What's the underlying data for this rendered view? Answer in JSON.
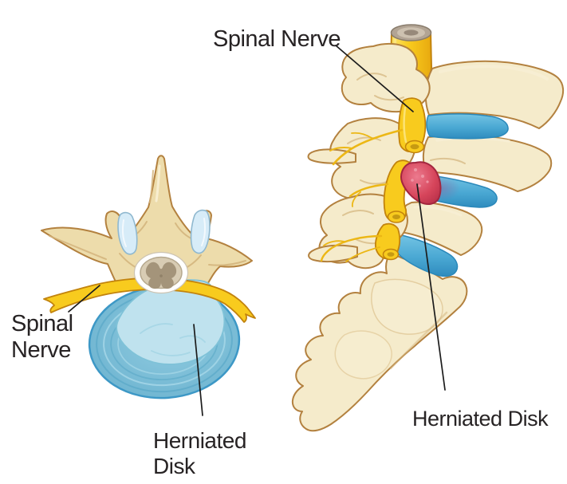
{
  "figure": {
    "background": "#ffffff",
    "views": {
      "axial": "Top view of vertebra with herniated disk pressing on spinal nerve",
      "lateral": "Side view of lumbar spine and sacrum with herniated disk"
    }
  },
  "labels": {
    "top_spinal_nerve": {
      "text": "Spinal Nerve"
    },
    "left_spinal_nerve": {
      "line1": "Spinal",
      "line2": "Nerve"
    },
    "bottom_herniated_disk": {
      "line1": "Herniated",
      "line2": "Disk"
    },
    "right_herniated_disk": {
      "text": "Herniated Disk"
    }
  },
  "colors": {
    "background": "#ffffff",
    "label_text": "#272324",
    "leader_line": "#1c1c1c",
    "bone_fill": "#eddcab",
    "bone_fill_light": "#f8efd4",
    "bone_shadow": "#d3b47c",
    "bone_outline": "#b3813f",
    "vertebra_fill": "#f5ebcb",
    "nerve_yellow": "#f8cb1e",
    "nerve_outline": "#c2830d",
    "cartilage_blue": "#d7ecf8",
    "cartilage_outline": "#8fb8cf",
    "cord_gray": "#b2a494",
    "cord_inner": "#d8ccb4",
    "cord_butterfly": "#a4947a",
    "disk_blue": "#7fc0da",
    "disk_blue_deep": "#3d98c6",
    "disk_ring": "#5aa8c7",
    "disk_ring_light": "#a8d8e8",
    "nucleus_blue": "#bfe2ee",
    "nucleus_outline": "#7fc2d8",
    "herniation_red": "#d6455b",
    "herniation_red_dark": "#a2263f",
    "herniation_speckle": "#f09aa9"
  }
}
